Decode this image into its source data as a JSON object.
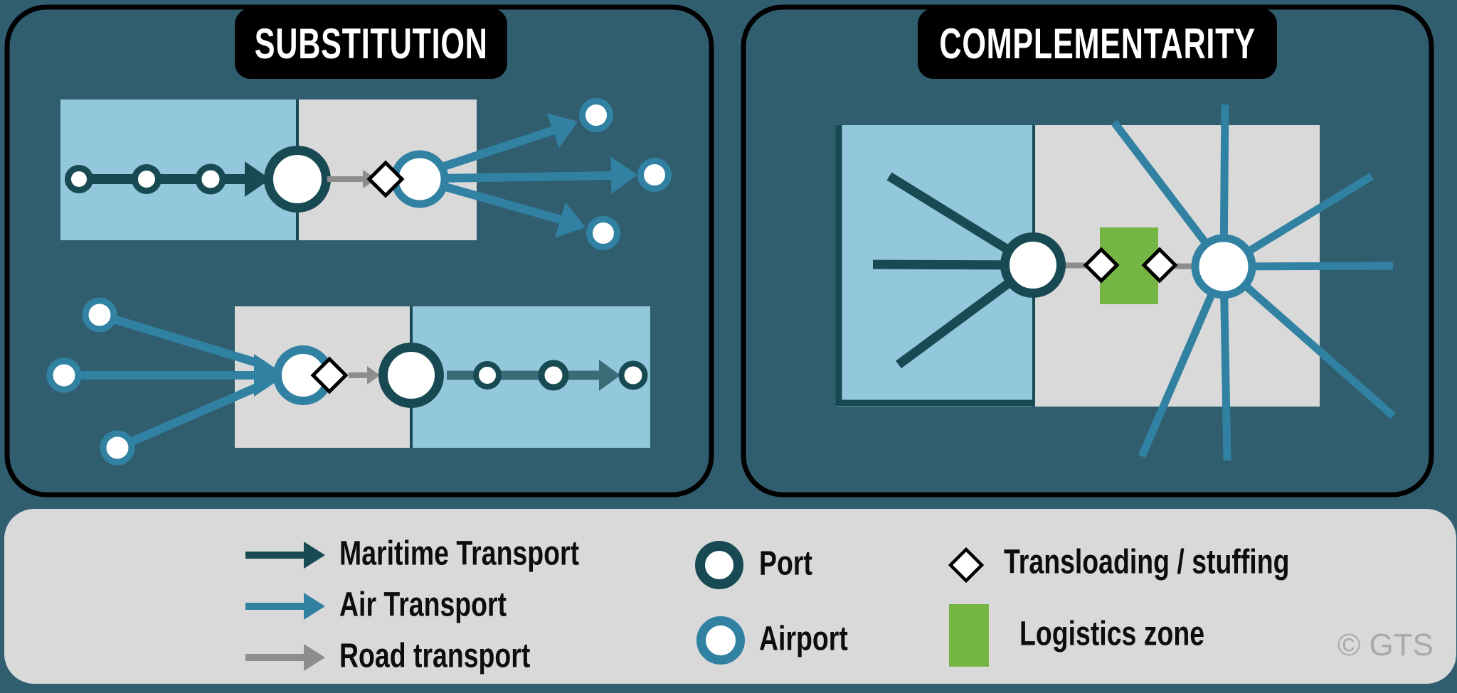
{
  "colors": {
    "background": "#305e6f",
    "panel_border": "#000000",
    "title_bg": "#000000",
    "title_text": "#ffffff",
    "sea_zone": "#93c7db",
    "land_zone": "#d9d9d9",
    "maritime": "#174a52",
    "air": "#3181a3",
    "road": "#8d8d8d",
    "node_fill": "#ffffff",
    "diamond_stroke": "#000000",
    "logistics": "#74b544",
    "legend_bg": "#d9d9d9",
    "legend_text": "#0d0d0d",
    "copyright_text": "#a9a9a9"
  },
  "panels": {
    "substitution": {
      "title": "SUBSTITUTION"
    },
    "complementarity": {
      "title": "COMPLEMENTARITY"
    }
  },
  "legend": {
    "transport_modes": [
      {
        "id": "maritime",
        "label": "Maritime Transport"
      },
      {
        "id": "air",
        "label": "Air Transport"
      },
      {
        "id": "road",
        "label": "Road transport"
      }
    ],
    "nodes": [
      {
        "id": "port",
        "label": "Port"
      },
      {
        "id": "airport",
        "label": "Airport"
      }
    ],
    "symbols": [
      {
        "id": "transloading",
        "label": "Transloading / stuffing"
      },
      {
        "id": "logistics",
        "label": "Logistics zone"
      }
    ]
  },
  "copyright": "© GTS"
}
